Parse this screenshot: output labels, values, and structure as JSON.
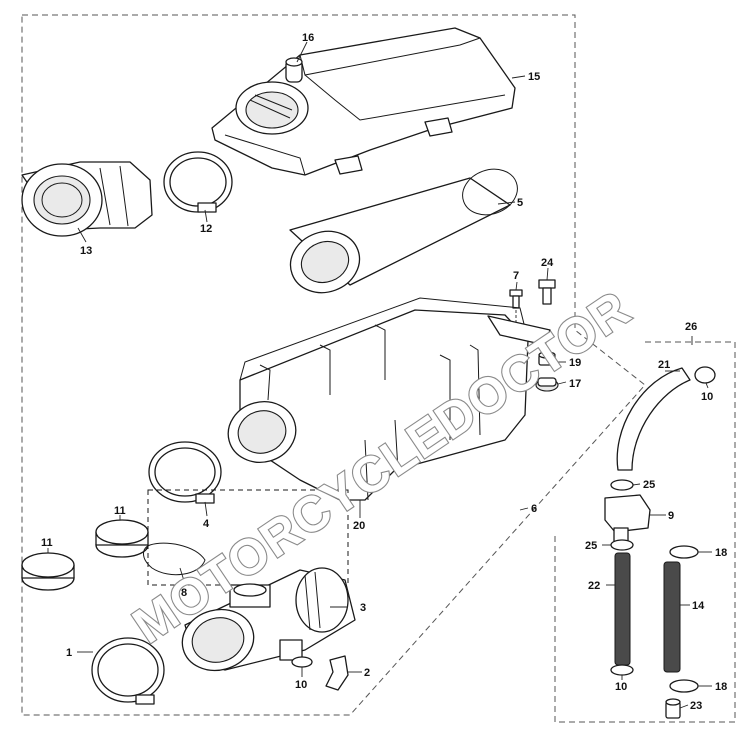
{
  "watermark": {
    "text": "MOTORCYCLEDOCTOR",
    "color": "#8a8a8a"
  },
  "callouts": [
    {
      "id": "c16",
      "number": "16"
    },
    {
      "id": "c15",
      "number": "15"
    },
    {
      "id": "c13",
      "number": "13"
    },
    {
      "id": "c12",
      "number": "12"
    },
    {
      "id": "c5",
      "number": "5"
    },
    {
      "id": "c7",
      "number": "7"
    },
    {
      "id": "c24",
      "number": "24"
    },
    {
      "id": "c19",
      "number": "19"
    },
    {
      "id": "c17",
      "number": "17"
    },
    {
      "id": "c20",
      "number": "20"
    },
    {
      "id": "c4",
      "number": "4"
    },
    {
      "id": "c6",
      "number": "6"
    },
    {
      "id": "c11a",
      "number": "11"
    },
    {
      "id": "c11b",
      "number": "11"
    },
    {
      "id": "c8",
      "number": "8"
    },
    {
      "id": "c3",
      "number": "3"
    },
    {
      "id": "c1",
      "number": "1"
    },
    {
      "id": "c10a",
      "number": "10"
    },
    {
      "id": "c2",
      "number": "2"
    },
    {
      "id": "c26",
      "number": "26"
    },
    {
      "id": "c21",
      "number": "21"
    },
    {
      "id": "c10b",
      "number": "10"
    },
    {
      "id": "c25a",
      "number": "25"
    },
    {
      "id": "c9",
      "number": "9"
    },
    {
      "id": "c25b",
      "number": "25"
    },
    {
      "id": "c18a",
      "number": "18"
    },
    {
      "id": "c22",
      "number": "22"
    },
    {
      "id": "c14",
      "number": "14"
    },
    {
      "id": "c10c",
      "number": "10"
    },
    {
      "id": "c18b",
      "number": "18"
    },
    {
      "id": "c23",
      "number": "23"
    }
  ]
}
